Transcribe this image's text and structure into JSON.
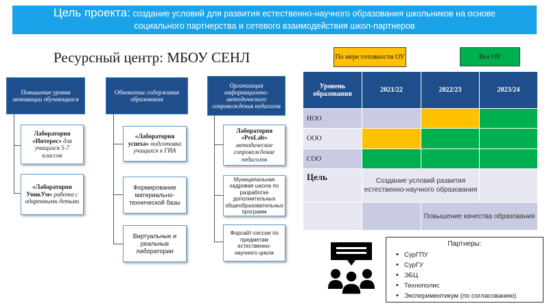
{
  "banner": {
    "label": "Цель проекта:",
    "text_line1": "создание условий для развития естественно-научного образования школьников на основе",
    "text_line2": "социального партнерства и сетевого взаимодействия школ-партнеров",
    "color": "#1aa3e8"
  },
  "resource_center": "Ресурсный центр: МБОУ СЕНЛ",
  "columns": [
    {
      "header": "Повышение уровня мотивации обучающихся",
      "items": [
        {
          "title": "Лаборатория «Интерес»",
          "desc": "для учащихся 5-7 классов"
        },
        {
          "title": "«Лаборатория УникУм»",
          "desc": "работа с одаренными детьми"
        }
      ]
    },
    {
      "header": "Обновление содержания образования",
      "items": [
        {
          "title": "«Лаборатория успеха»",
          "desc": "подготовка учащихся к ГИА"
        },
        {
          "text": "Формирование материально-технической базы"
        },
        {
          "text": "Виртуальные и реальные лаборатории"
        }
      ]
    },
    {
      "header": "Организация информационно-методического сопровождения педагогов",
      "items": [
        {
          "title": "Лаборатория «ProLab»",
          "desc": "методическое сопровождение педагогов"
        },
        {
          "text": "Муниципальная кадровая школа по разработке дополнительных общеобразовательных программ"
        },
        {
          "text": "Форсайт-сессии по предметам естественно-научного цикла"
        }
      ]
    }
  ],
  "legend": {
    "yellow_label": "По мере готовности ОУ",
    "green_label": "Все ОУ",
    "yellow_color": "#ffc000",
    "green_color": "#00b050"
  },
  "table": {
    "header_label": "Уровень образования",
    "years": [
      "2021/22",
      "2022/23",
      "2023/24"
    ],
    "rows": [
      {
        "label": "НОО",
        "cells": [
          "none",
          "yellow",
          "green"
        ]
      },
      {
        "label": "ООО",
        "cells": [
          "yellow",
          "green",
          "green"
        ]
      },
      {
        "label": "СОО",
        "cells": [
          "green",
          "green",
          "green"
        ]
      }
    ],
    "goal_label": "Цель",
    "goal_text1": "Создание условий развития естественно-научного образования",
    "goal_text2": "Повышение качества образования"
  },
  "partners": {
    "title": "Партнеры:",
    "list": [
      "СурГПУ",
      "СурГУ",
      "ЭБЦ",
      "Технополис",
      "Экспериментикум  (по согласованию)"
    ]
  },
  "icons": {
    "meeting": "people-discussion-icon"
  }
}
